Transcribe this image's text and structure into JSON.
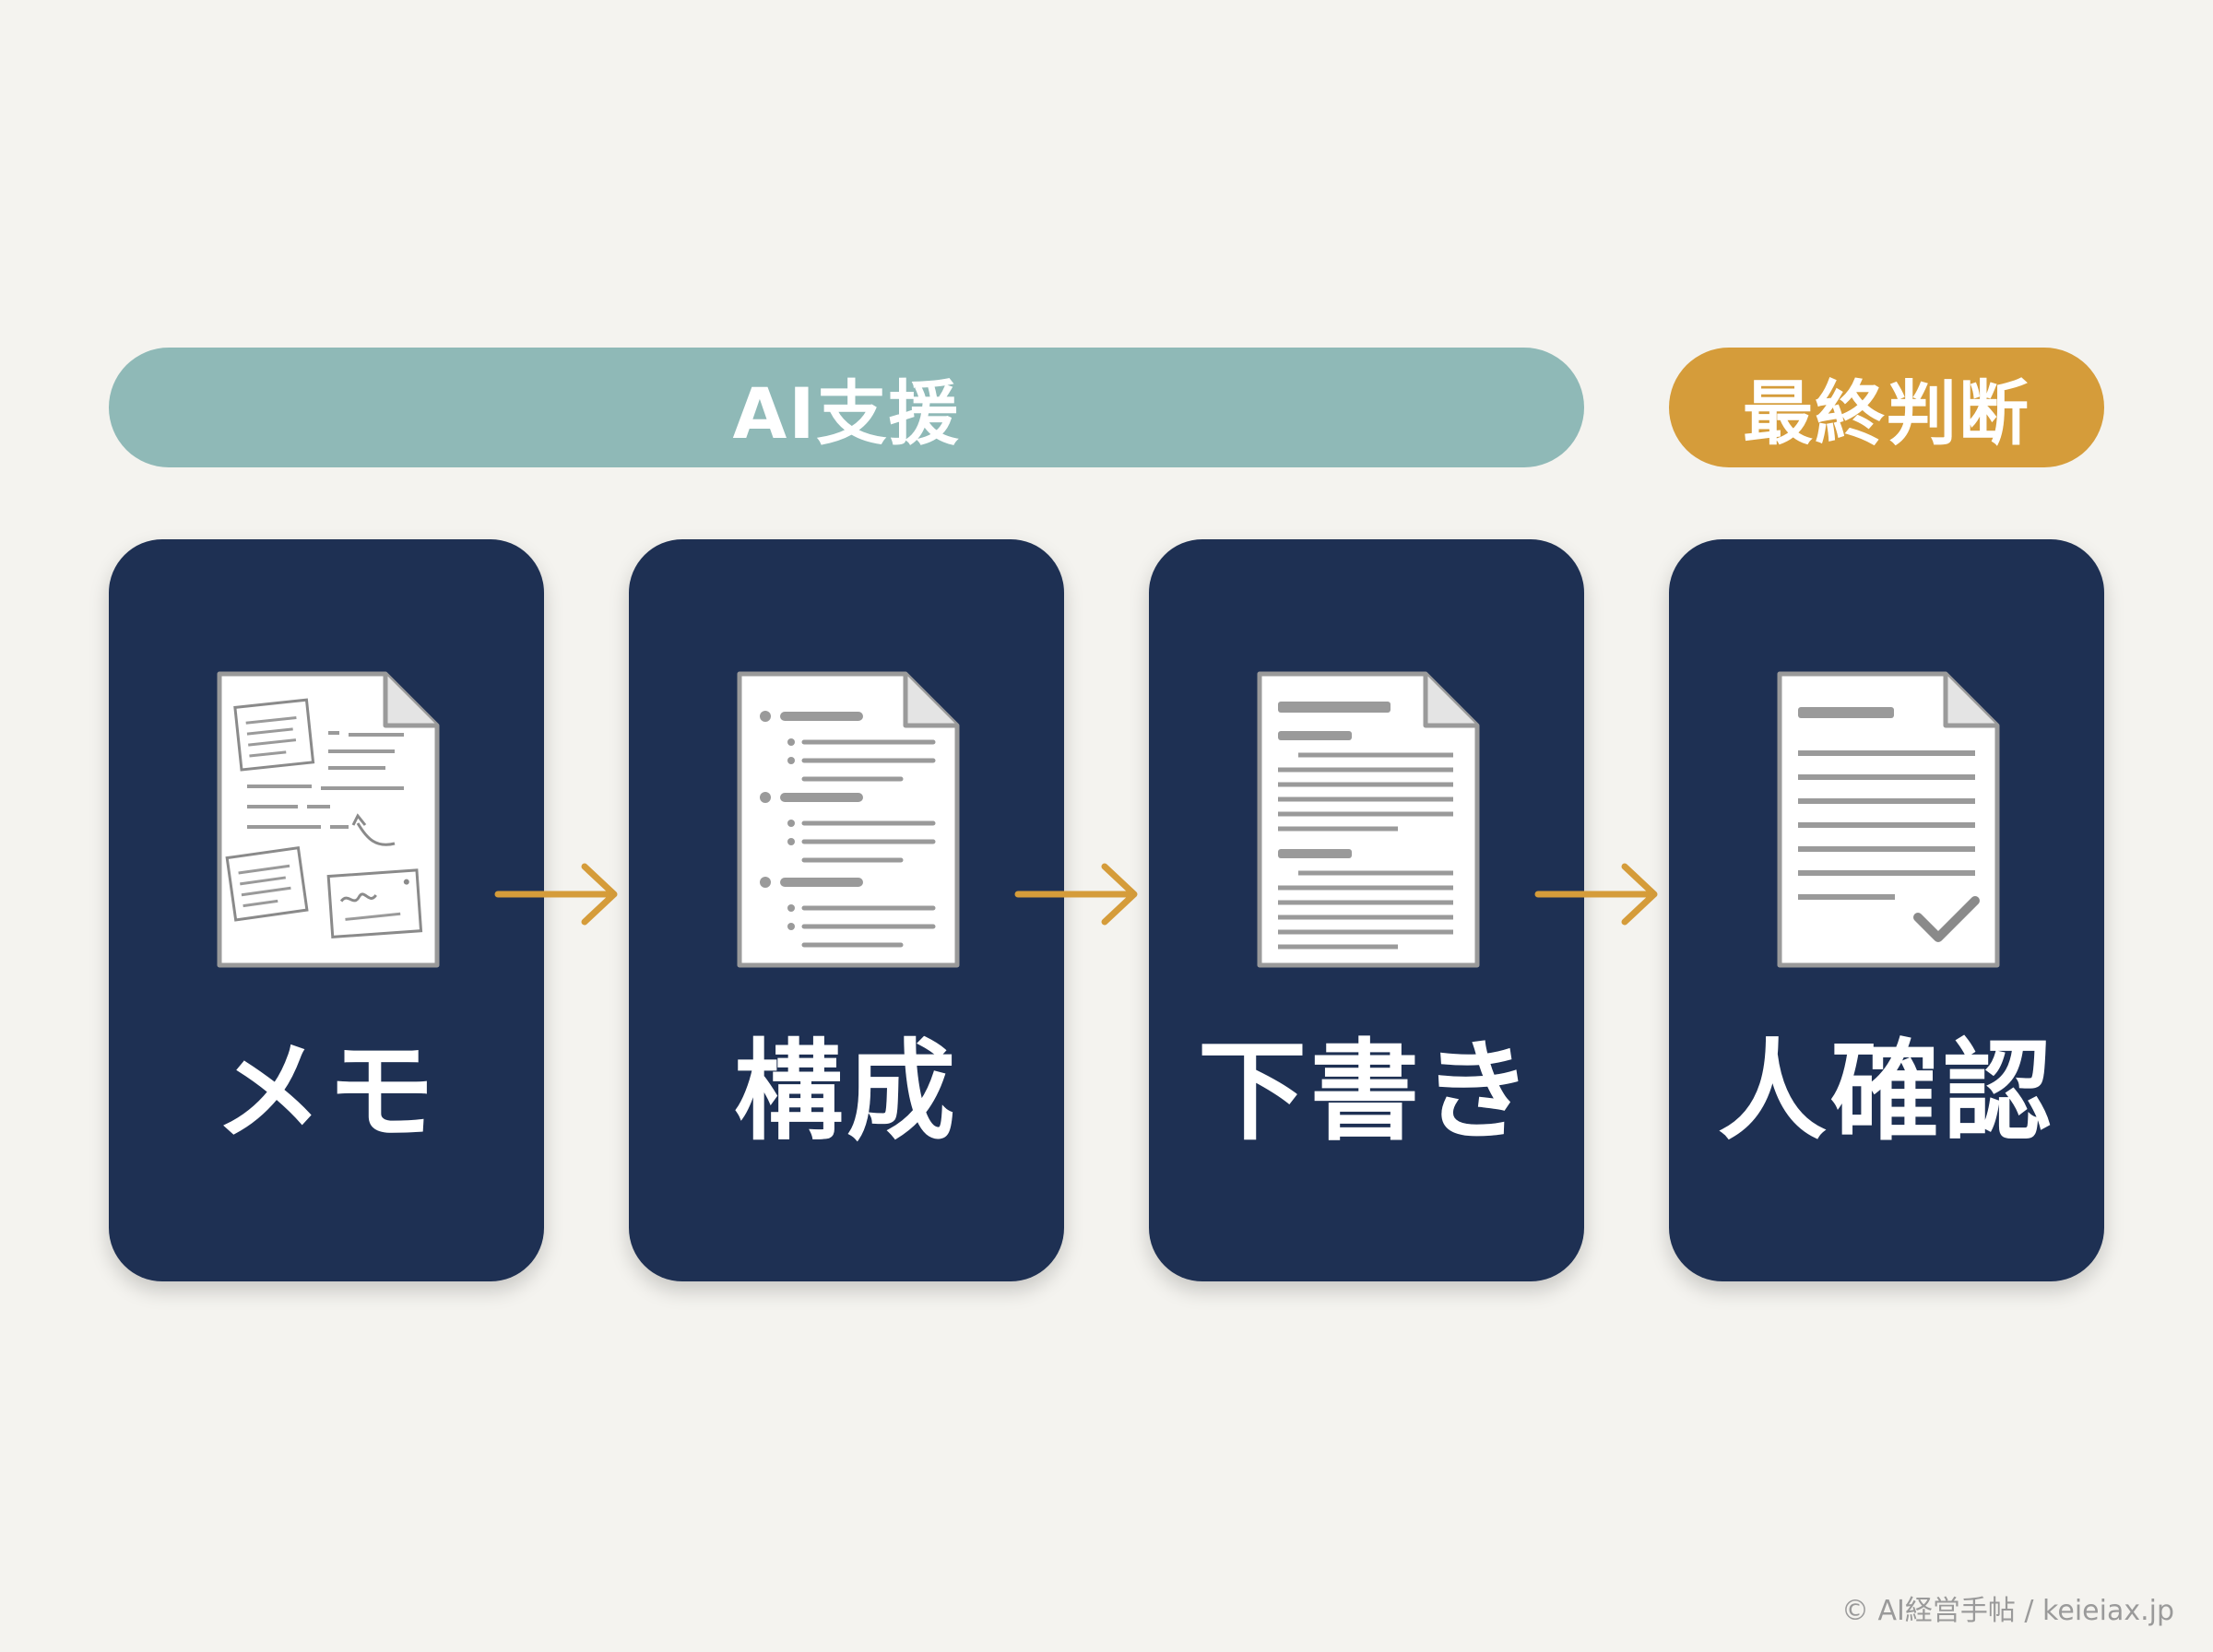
{
  "banner": {
    "ai_support": "AI支援",
    "final_decision": "最終判断"
  },
  "steps": [
    {
      "label": "メモ",
      "icon": "memo-notes-document-icon"
    },
    {
      "label": "構成",
      "icon": "outline-document-icon"
    },
    {
      "label": "下書き",
      "icon": "draft-document-icon"
    },
    {
      "label": "人確認",
      "icon": "checked-document-icon"
    }
  ],
  "credit": "© AI経営手帖 / keieiax.jp",
  "colors": {
    "background": "#f4f3ef",
    "ai_pill": "#8fb9b7",
    "final_pill": "#d59c3a",
    "card": "#1e3053",
    "arrow": "#d59c3a",
    "document": "#ffffff",
    "document_lines": "#9a9a9a"
  }
}
